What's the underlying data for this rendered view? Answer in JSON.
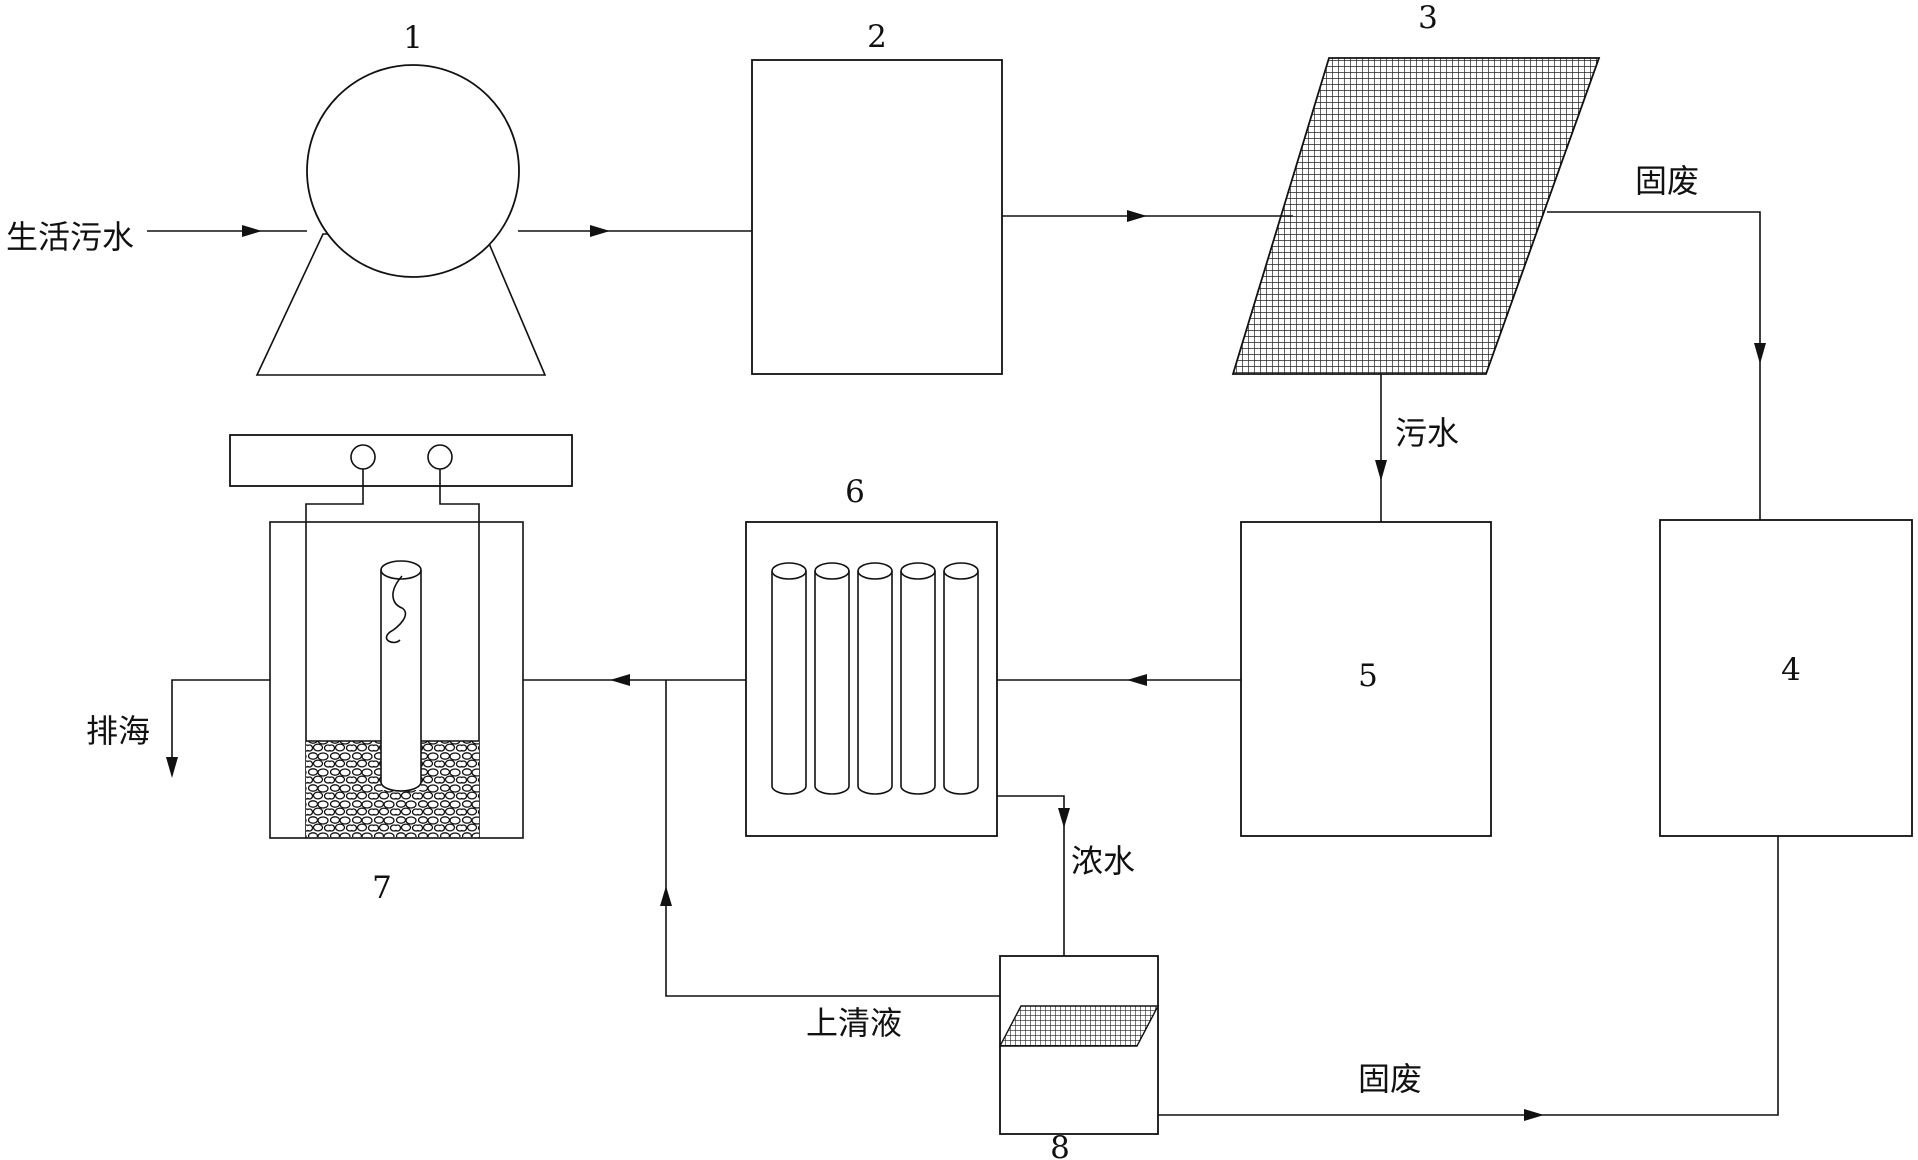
{
  "diagram": {
    "units": [
      {
        "id": "1",
        "label": "1"
      },
      {
        "id": "2",
        "label": "2"
      },
      {
        "id": "3",
        "label": "3"
      },
      {
        "id": "4",
        "label": "4"
      },
      {
        "id": "5",
        "label": "5"
      },
      {
        "id": "6",
        "label": "6"
      },
      {
        "id": "7",
        "label": "7"
      },
      {
        "id": "8",
        "label": "8"
      }
    ],
    "flows": {
      "inlet": "生活污水",
      "solid_waste_top": "固废",
      "sewage": "污水",
      "concentrate": "浓水",
      "supernatant": "上清液",
      "solid_waste_bottom": "固废",
      "discharge": "排海"
    }
  }
}
